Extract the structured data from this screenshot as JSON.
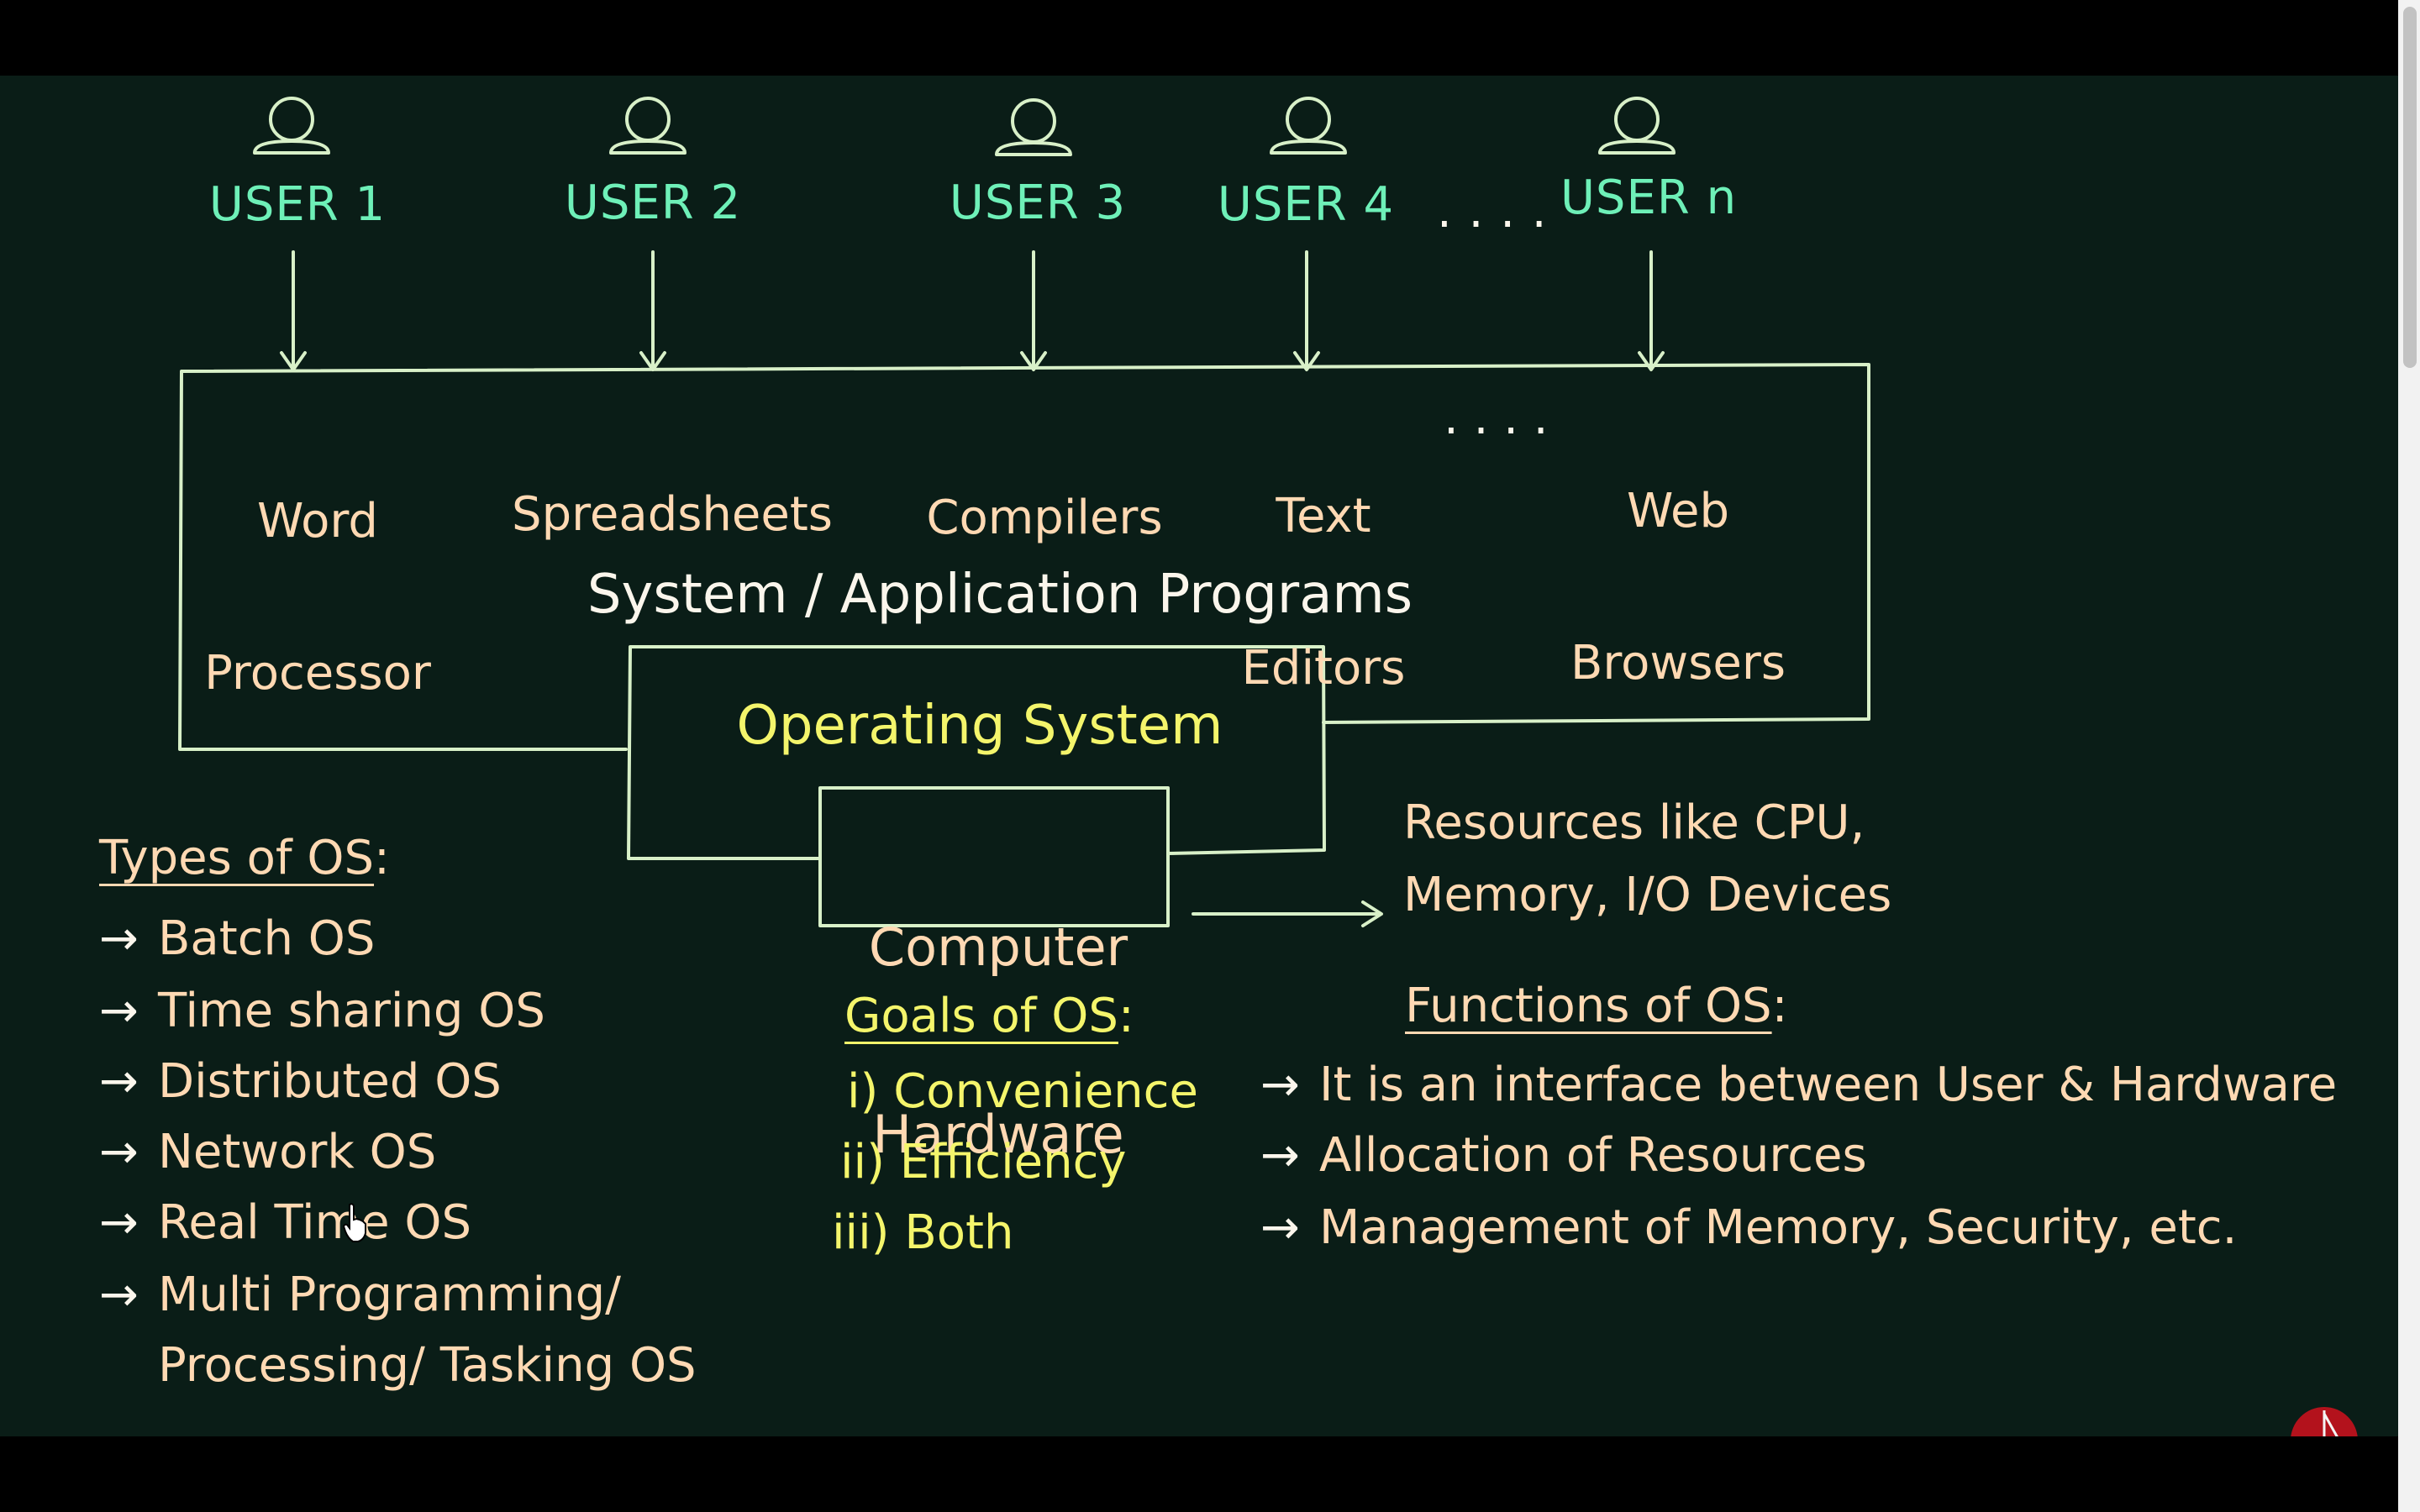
{
  "users": [
    {
      "label": "USER 1",
      "icon": "user-icon"
    },
    {
      "label": "USER 2",
      "icon": "user-icon"
    },
    {
      "label": "USER 3",
      "icon": "user-icon"
    },
    {
      "label": "USER 4",
      "icon": "user-icon"
    },
    {
      "label": "USER n",
      "icon": "user-icon"
    }
  ],
  "users_ellipsis": ". . . .",
  "programs": [
    {
      "line1": "Word",
      "line2": "Processor"
    },
    {
      "line1": "Spreadsheets",
      "line2": ""
    },
    {
      "line1": "Compilers",
      "line2": ""
    },
    {
      "line1": "Text",
      "line2": "Editors"
    },
    {
      "line1": "Web",
      "line2": "Browsers"
    }
  ],
  "programs_ellipsis": ". . . .",
  "layer_label": "System / Application Programs",
  "os_label": "Operating System",
  "hardware": {
    "line1": "Computer",
    "line2": "Hardware"
  },
  "resources": {
    "line1": "Resources like CPU,",
    "line2": "Memory, I/O Devices"
  },
  "types": {
    "heading": "Types of OS",
    "colon": ":",
    "items": [
      "Batch OS",
      "Time sharing OS",
      "Distributed OS",
      "Network OS",
      "Real Time OS",
      "Multi Programming/"
    ],
    "continuation": "Processing/ Tasking OS"
  },
  "goals": {
    "heading": "Goals of OS",
    "colon": ":",
    "items": [
      "i) Convenience",
      "ii) Efficiency",
      "iii) Both"
    ]
  },
  "functions": {
    "heading": "Functions of OS",
    "colon": ":",
    "items": [
      "It is an interface between User & Hardware",
      "Allocation of Resources",
      "Management of Memory, Security, etc."
    ]
  },
  "bullet_arrow": "→",
  "colors": {
    "background": "#0a1d17",
    "user_green": "#6ef0b8",
    "peach": "#ffd9b3",
    "yellow": "#f4f56b",
    "line": "#d8f0c8",
    "logo_red": "#b3121c"
  },
  "icons": {
    "logo": "channel-logo-icon",
    "cursor": "hand-cursor-icon"
  }
}
